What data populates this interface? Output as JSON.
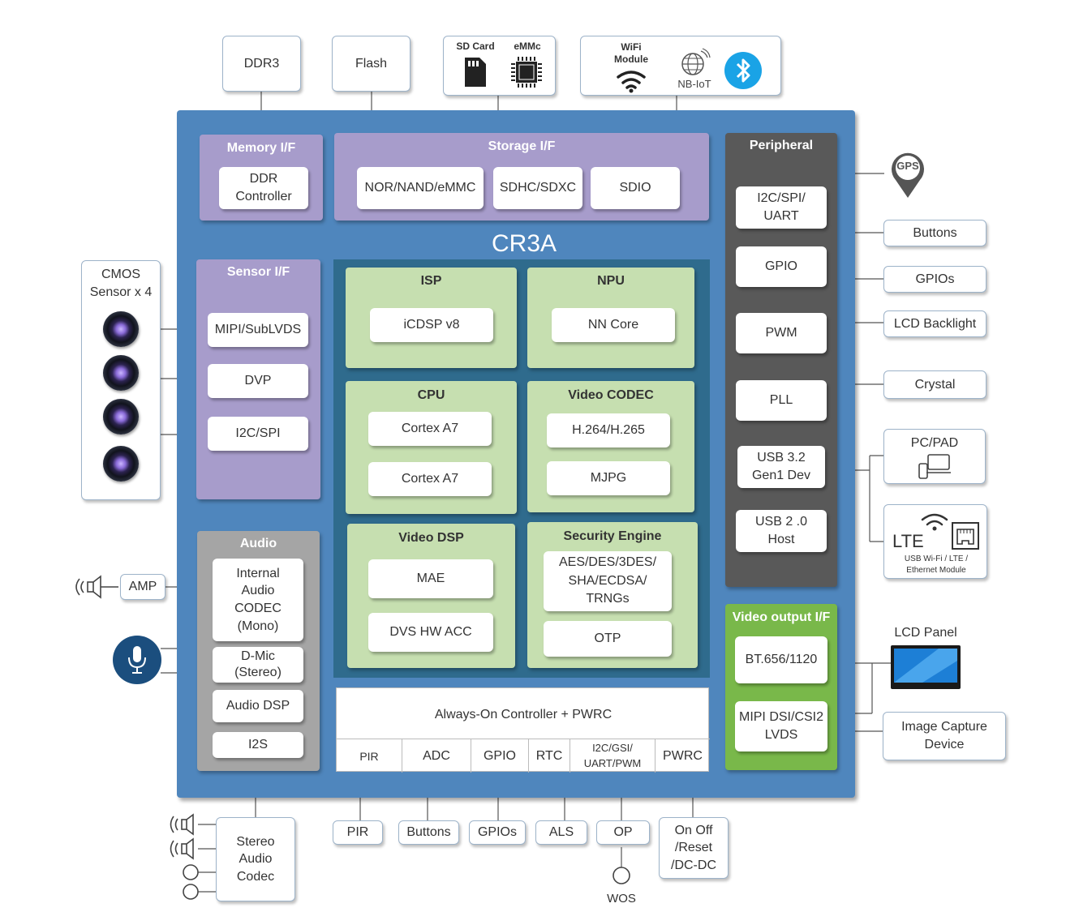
{
  "chip_name": "CR3A",
  "top": {
    "ddr3": "DDR3",
    "flash": "Flash",
    "sd_card": "SD Card",
    "emmc": "eMMc",
    "wifi_module": "WiFi\nModule",
    "nbiot": "NB-IoT"
  },
  "memory_if": {
    "title": "Memory I/F",
    "ddr_controller": "DDR\nController"
  },
  "storage_if": {
    "title": "Storage I/F",
    "items": [
      "NOR/NAND/eMMC",
      "SDHC/SDXC",
      "SDIO"
    ]
  },
  "sensor_if": {
    "title": "Sensor I/F",
    "items": [
      "MIPI/SubLVDS",
      "DVP",
      "I2C/SPI"
    ]
  },
  "cmos": "CMOS\nSensor x 4",
  "isp": {
    "title": "ISP",
    "item": "iCDSP v8"
  },
  "npu": {
    "title": "NPU",
    "item": "NN Core"
  },
  "cpu": {
    "title": "CPU",
    "items": [
      "Cortex A7",
      "Cortex A7"
    ]
  },
  "video_codec": {
    "title": "Video CODEC",
    "items": [
      "H.264/H.265",
      "MJPG"
    ]
  },
  "video_dsp": {
    "title": "Video DSP",
    "items": [
      "MAE",
      "DVS HW ACC"
    ]
  },
  "security": {
    "title": "Security  Engine",
    "items": [
      "AES/DES/3DES/\nSHA/ECDSA/\nTRNGs",
      "OTP"
    ]
  },
  "audio": {
    "title": "Audio",
    "items": [
      "Internal\nAudio\nCODEC\n(Mono)",
      "D-Mic\n(Stereo)",
      "Audio DSP",
      "I2S"
    ]
  },
  "amp": "AMP",
  "always_on": {
    "title": "Always-On Controller + PWRC",
    "cells": [
      "PIR",
      "ADC",
      "GPIO",
      "RTC",
      "I2C/GSI/\nUART/PWM",
      "PWRC"
    ]
  },
  "peripheral": {
    "title": "Peripheral",
    "items": [
      "I2C/SPI/\nUART",
      "GPIO",
      "PWM",
      "PLL",
      "USB 3.2\nGen1 Dev",
      "USB 2 .0\nHost"
    ]
  },
  "video_out": {
    "title": "Video output I/F",
    "items": [
      "BT.656/1120",
      "MIPI DSI/CSI2\nLVDS"
    ]
  },
  "right": {
    "gps": "GPS",
    "buttons": "Buttons",
    "gpios": "GPIOs",
    "lcd_backlight": "LCD Backlight",
    "crystal": "Crystal",
    "pc_pad": "PC/PAD",
    "lte": "LTE",
    "usb_module": "USB Wi-Fi / LTE /\nEthernet Module",
    "lcd_panel": "LCD Panel",
    "image_capture": "Image Capture\nDevice"
  },
  "bottom": {
    "stereo_codec": "Stereo\nAudio\nCodec",
    "pir": "PIR",
    "buttons": "Buttons",
    "gpios": "GPIOs",
    "als": "ALS",
    "op": "OP",
    "onoff": "On Off\n/Reset\n/DC-DC",
    "wos": "WOS"
  },
  "colors": {
    "chip_blue": "#4f86bd",
    "purple": "#a79ccb",
    "green": "#c6dfb0",
    "gray": "#a5a5a5",
    "dark": "#595959",
    "video_green": "#79b84a",
    "bluetooth": "#1aa3e6"
  },
  "icons": [
    "sd-card-icon",
    "emmc-chip-icon",
    "wifi-icon",
    "nbiot-globe-icon",
    "bluetooth-icon",
    "gps-pin-icon",
    "camera-lens-icon",
    "speaker-icon",
    "microphone-icon",
    "pc-pad-icon",
    "ethernet-icon",
    "lcd-panel-icon",
    "audio-jack-icon"
  ]
}
